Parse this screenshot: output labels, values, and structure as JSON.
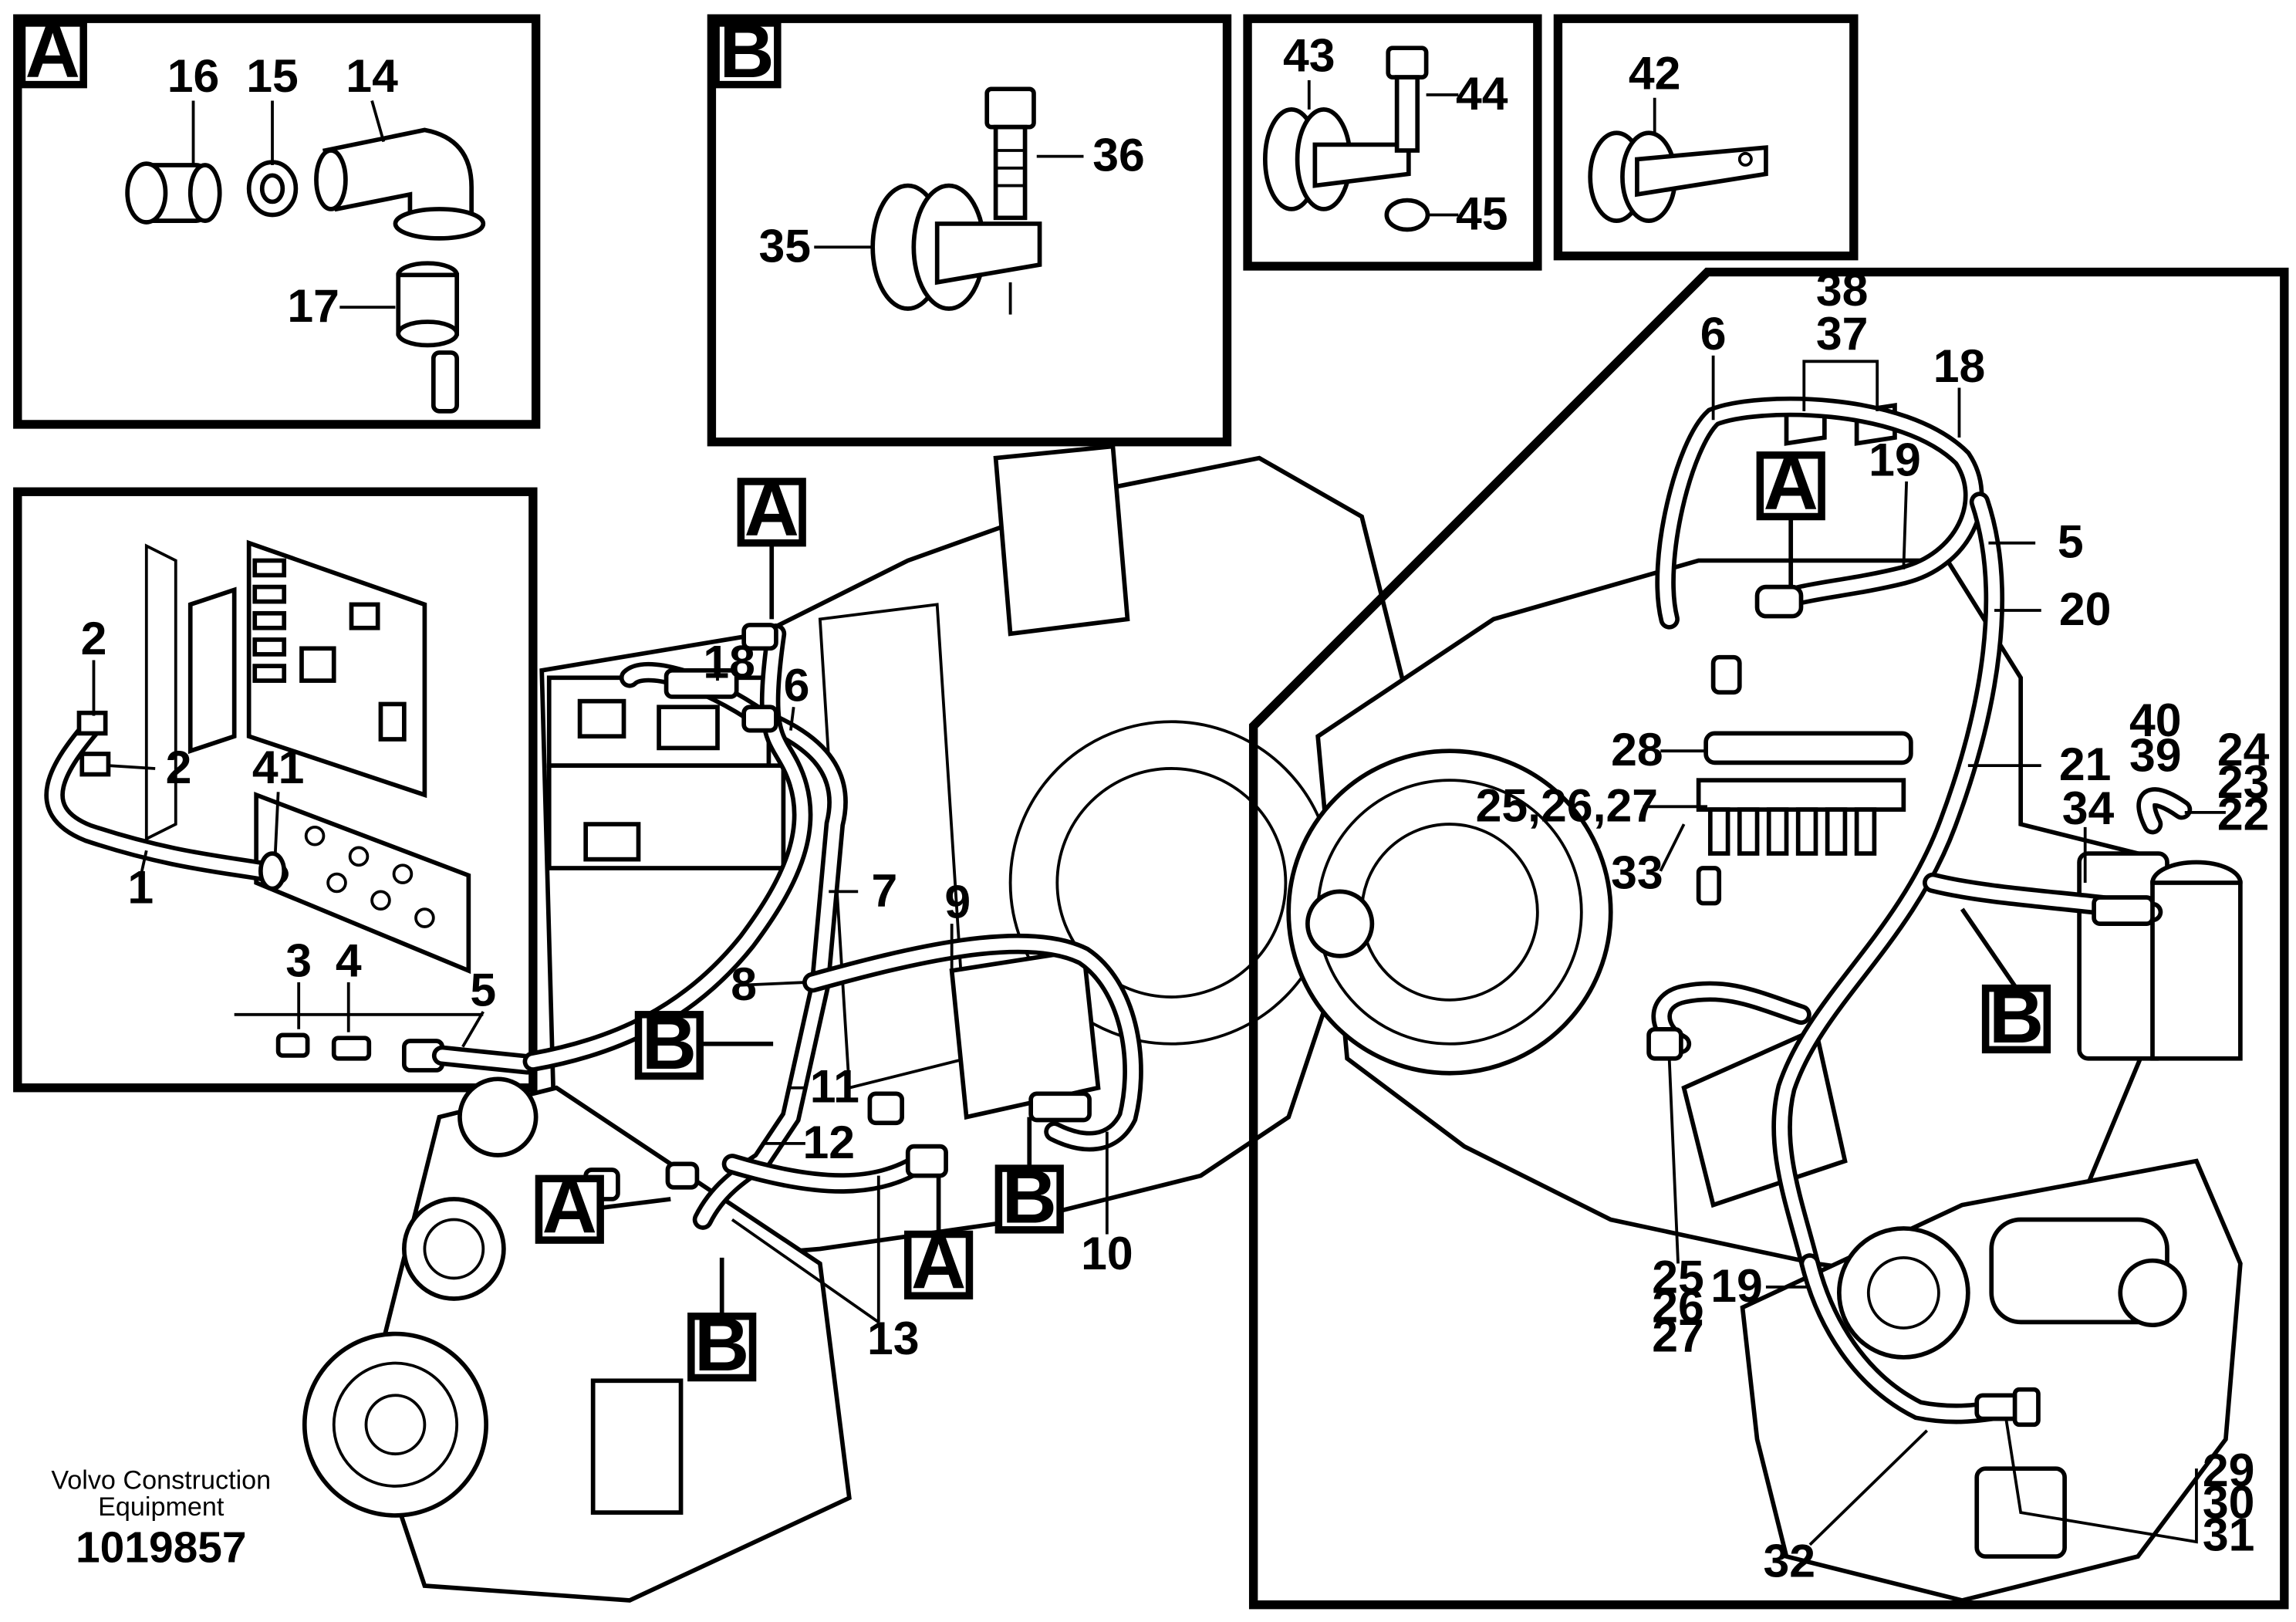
{
  "detail_labels": {
    "A": "A",
    "B": "B"
  },
  "callouts": {
    "n1": "1",
    "n2a": "2",
    "n2b": "2",
    "n3": "3",
    "n4": "4",
    "n5a": "5",
    "n5b": "5",
    "n6a": "6",
    "n6b": "6",
    "n7": "7",
    "n8": "8",
    "n9": "9",
    "n10": "10",
    "n11": "11",
    "n12": "12",
    "n13": "13",
    "n14": "14",
    "n15": "15",
    "n16": "16",
    "n17": "17",
    "n18a": "18",
    "n18b": "18",
    "n19a": "19",
    "n19b": "19",
    "n20": "20",
    "n21": "21",
    "n22": "22",
    "n23": "23",
    "n24": "24",
    "n25a": "25",
    "n26a": "26",
    "n27a": "27",
    "n252627": "25,26,27",
    "n28": "28",
    "n29": "29",
    "n30": "30",
    "n31": "31",
    "n32": "32",
    "n33": "33",
    "n34": "34",
    "n35": "35",
    "n36": "36",
    "n37": "37",
    "n38": "38",
    "n39": "39",
    "n40": "40",
    "n41": "41",
    "n42": "42",
    "n43": "43",
    "n44": "44",
    "n45": "45"
  },
  "credit": {
    "line1": "Volvo Construction",
    "line2": "Equipment",
    "number": "1019857"
  }
}
